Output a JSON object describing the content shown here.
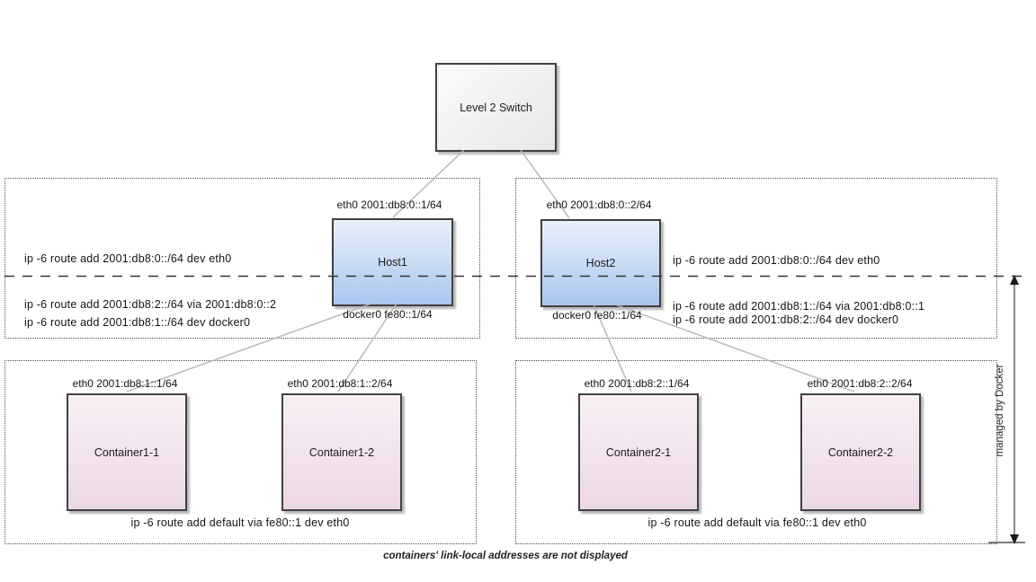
{
  "switch": {
    "label": "Level 2 Switch"
  },
  "hosts": [
    {
      "name": "Host1",
      "eth0": "eth0 2001:db8:0::1/64",
      "docker0": "docker0 fe80::1/64",
      "routes_wan": [
        "ip -6 route add 2001:db8:0::/64 dev eth0",
        "ip -6 route add 2001:db8:2::/64 via 2001:db8:0::2"
      ],
      "routes_lan": [
        "ip -6 route add 2001:db8:1::/64 dev docker0"
      ]
    },
    {
      "name": "Host2",
      "eth0": "eth0 2001:db8:0::2/64",
      "docker0": "docker0 fe80::1/64",
      "routes_wan": [
        "ip -6 route add 2001:db8:0::/64 dev eth0",
        "ip -6 route add 2001:db8:1::/64 via 2001:db8:0::1"
      ],
      "routes_lan": [
        "ip -6 route add 2001:db8:2::/64 dev docker0"
      ]
    }
  ],
  "containers": [
    {
      "name": "Container1-1",
      "eth0": "eth0 2001:db8:1::1/64"
    },
    {
      "name": "Container1-2",
      "eth0": "eth0 2001:db8:1::2/64"
    },
    {
      "name": "Container2-1",
      "eth0": "eth0 2001:db8:2::1/64"
    },
    {
      "name": "Container2-2",
      "eth0": "eth0 2001:db8:2::2/64"
    }
  ],
  "default_route": "ip -6 route add default via fe80::1 dev eth0",
  "managed_by_label": "managed by Docker",
  "footnote": "containers' link-local addresses are not displayed",
  "colors": {
    "host_fill_top": "#e9f0fb",
    "host_fill_bottom": "#aac6ee",
    "container_fill_top": "#f8f0f5",
    "container_fill_bottom": "#ecd8e5",
    "switch_fill": "#efefef",
    "box_border": "#404040",
    "dashed_line": "#333333",
    "connector": "#b5b5b5"
  }
}
